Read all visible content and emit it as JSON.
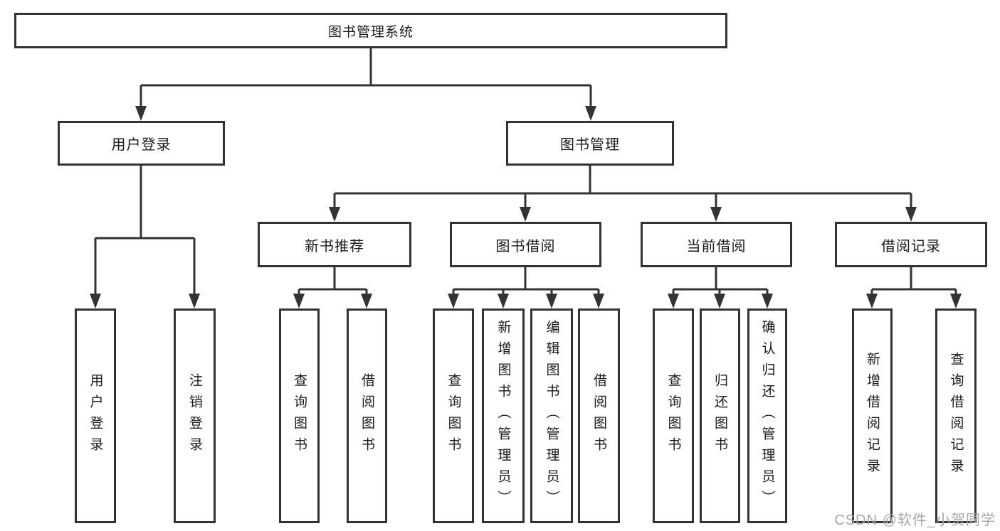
{
  "diagram_type": "hierarchy-tree",
  "colors": {
    "line": "#333333",
    "text": "#1a1a1a",
    "background": "#ffffff",
    "watermark": "#a8a8a8"
  },
  "tree": {
    "label": "图书管理系统",
    "children": [
      {
        "label": "用户登录",
        "children": [
          {
            "label": "用户登录"
          },
          {
            "label": "注销登录"
          }
        ]
      },
      {
        "label": "图书管理",
        "children": [
          {
            "label": "新书推荐",
            "children": [
              {
                "label": "查询图书"
              },
              {
                "label": "借阅图书"
              }
            ]
          },
          {
            "label": "图书借阅",
            "children": [
              {
                "label": "查询图书"
              },
              {
                "label": "新增图书（管理员）"
              },
              {
                "label": "编辑图书（管理员）"
              },
              {
                "label": "借阅图书"
              }
            ]
          },
          {
            "label": "当前借阅",
            "children": [
              {
                "label": "查询图书"
              },
              {
                "label": "归还图书"
              },
              {
                "label": "确认归还（管理员）"
              }
            ]
          },
          {
            "label": "借阅记录",
            "children": [
              {
                "label": "新增借阅记录"
              },
              {
                "label": "查询借阅记录"
              }
            ]
          }
        ]
      }
    ]
  },
  "watermark": {
    "text": "CSDN @软件_小贺同学"
  }
}
